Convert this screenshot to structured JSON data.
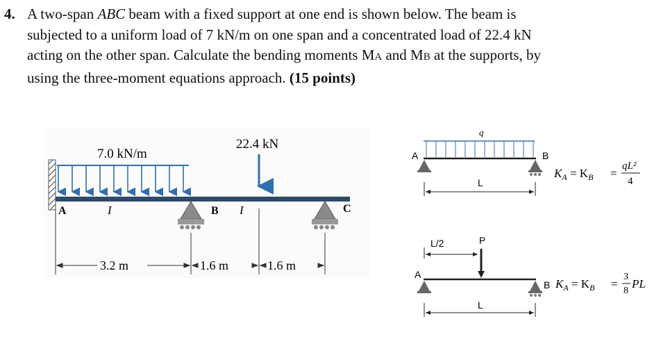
{
  "problem": {
    "number": "4.",
    "line1_a": "A two-span ",
    "line1_abc": "ABC",
    "line1_b": " beam with a fixed support at one end is shown below. The beam is",
    "line2": "subjected to a uniform load of 7 kN/m on one span and a concentrated load of 22.4 kN",
    "line3_a": "acting on the other span. Calculate the bending moments M",
    "line3_sub_a": "A",
    "line3_mid": " and M",
    "line3_sub_b": "B",
    "line3_b": " at the supports, by",
    "line4_a": "using the three-moment equations approach. ",
    "line4_points": "(15 points)"
  },
  "beam_figure": {
    "udl_label": "7.0 kN/m",
    "point_load_label": "22.4 kN",
    "node_a": "A",
    "node_b": "B",
    "node_c": "C",
    "inertia_1": "I",
    "inertia_2": "I",
    "dim_1": "3.2 m",
    "dim_2": "1.6 m",
    "dim_3": "1.6 m",
    "colors": {
      "beam": "#2e4a6b",
      "load": "#2f6fb0",
      "support": "#7a7a7a",
      "hatch_bg": "#e6e6e6"
    }
  },
  "ref_udl": {
    "q": "q",
    "a": "A",
    "b": "B",
    "span": "L",
    "k_lhs": "K",
    "k_sub_a": "A",
    "k_eq": " = K",
    "k_sub_b": "B",
    "equals": "=",
    "numer": "qL²",
    "denom": "4"
  },
  "ref_point": {
    "half": "L/2",
    "p": "P",
    "a": "A",
    "b": "B",
    "span": "L",
    "k_lhs": "K",
    "k_sub_a": "A",
    "k_eq": " = K",
    "k_sub_b": "B",
    "equals": "=",
    "numer": "3",
    "denom": "8",
    "pl": "PL"
  }
}
